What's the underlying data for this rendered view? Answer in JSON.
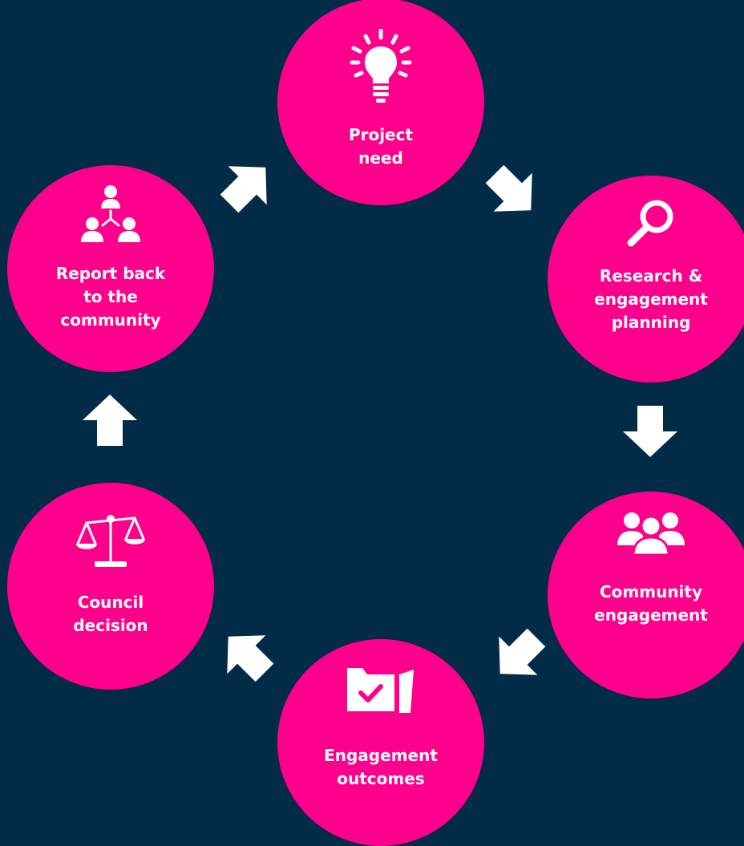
{
  "diagram": {
    "colors": {
      "background": "#022b47",
      "node": "#ff008c",
      "text": "#ffffff",
      "arrow": "#ffffff"
    },
    "nodes": [
      {
        "id": "project-need",
        "icon": "lightbulb-icon",
        "label_lines": [
          "Project",
          "need"
        ]
      },
      {
        "id": "research",
        "icon": "magnifying-glass-icon",
        "label_lines": [
          "Research &",
          "engagement",
          "planning"
        ]
      },
      {
        "id": "community",
        "icon": "group-of-people-icon",
        "label_lines": [
          "Community",
          "engagement"
        ]
      },
      {
        "id": "outcomes",
        "icon": "folder-check-icon",
        "label_lines": [
          "Engagement",
          "outcomes"
        ]
      },
      {
        "id": "council",
        "icon": "scales-icon",
        "label_lines": [
          "Council",
          "decision"
        ]
      },
      {
        "id": "report",
        "icon": "people-hierarchy-icon",
        "label_lines": [
          "Report back",
          "to the",
          "community"
        ]
      }
    ],
    "flow": [
      "project-need → research",
      "research → community",
      "community → outcomes",
      "outcomes → council",
      "council → report",
      "report → project-need"
    ]
  }
}
